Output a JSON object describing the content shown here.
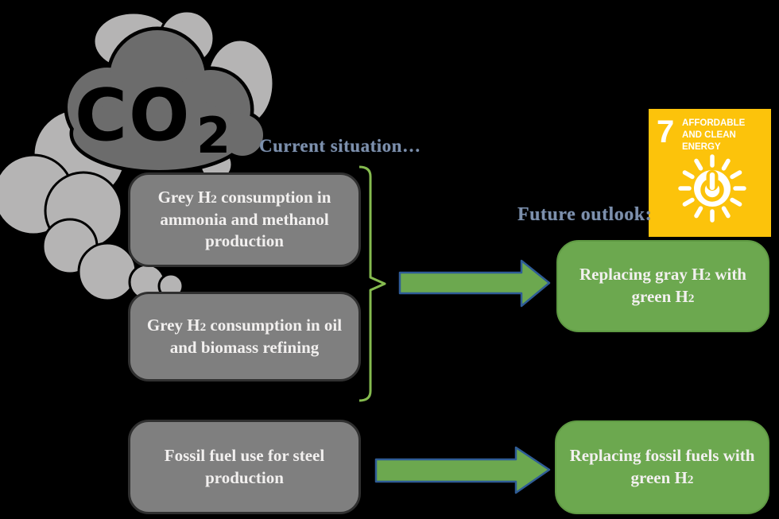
{
  "cloud": {
    "label_main": "CO",
    "label_sub": "2",
    "dark_color": "#6c6c6c",
    "light_color": "#b5b4b4"
  },
  "headings": {
    "current": "Current situation…",
    "future": "Future outlook:",
    "color": "#7d90ac"
  },
  "current_boxes": [
    {
      "p1": "Grey H",
      "s1": "2",
      "p2": " consumption in ammonia and methanol production",
      "s2": ""
    },
    {
      "p1": "Grey H",
      "s1": "2",
      "p2": " consumption in oil and biomass refining",
      "s2": ""
    },
    {
      "p1": "Fossil fuel use for steel production",
      "s1": "",
      "p2": "",
      "s2": ""
    }
  ],
  "future_boxes": [
    {
      "p1": "Replacing gray H",
      "s1": "2",
      "p2": " with green H",
      "s2": "2"
    },
    {
      "p1": "Replacing fossil fuels with green H",
      "s1": "2",
      "p2": "",
      "s2": ""
    }
  ],
  "connectors": {
    "bracket_color": "#85BB4F",
    "arrow_fill": "#6CA84F",
    "arrow_border": "#2F5C96"
  },
  "box_colors": {
    "grey_fill": "#7f7f7f",
    "green_fill": "#6CA84F",
    "text_color": "#f2f0ef"
  },
  "sdg_badge": {
    "number": "7",
    "title": "AFFORDABLE AND CLEAN ENERGY",
    "background": "#FCC30B",
    "icon": "sun-power-icon"
  }
}
